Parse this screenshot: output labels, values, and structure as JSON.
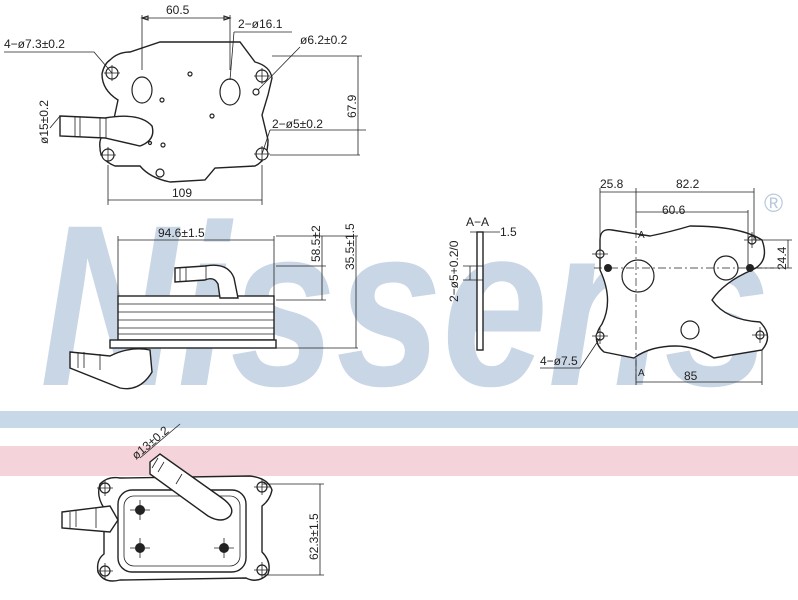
{
  "brand": {
    "watermark": "Nissens",
    "registered_mark": "®",
    "colors": {
      "watermark_blue": "#c9d6e6",
      "band_blue": "#c7d8e8",
      "band_pink": "#f4d3da"
    }
  },
  "top_view": {
    "dims": {
      "holes_4": "4−ø7.3±0.2",
      "width_60_5": "60.5",
      "holes_2_16": "2−ø16.1",
      "hole_6_2": "ø6.2±0.2",
      "height_67_9": "67.9",
      "holes_2_5": "2−ø5±0.2",
      "pipe_15": "ø15±0.2",
      "width_109": "109"
    }
  },
  "side_view": {
    "dims": {
      "width_94_6": "94.6±1.5",
      "height_58_5": "58.5±2",
      "height_35_5": "35.5±1.5"
    }
  },
  "section_view": {
    "dims": {
      "section_label": "A−A",
      "thickness": "1.5",
      "holes_2_5": "2−ø5+0.2/0"
    }
  },
  "gasket_view": {
    "dims": {
      "d_25_8": "25.8",
      "d_82_2": "82.2",
      "d_60_6": "60.6",
      "d_24_4": "24.4",
      "holes_4_7_5": "4−ø7.5",
      "d_85": "85",
      "mark_a_top": "A",
      "mark_a_bottom": "A"
    }
  },
  "bottom_view": {
    "dims": {
      "pipe_13": "ø13±0.2",
      "height_62_3": "62.3±1.5"
    }
  }
}
